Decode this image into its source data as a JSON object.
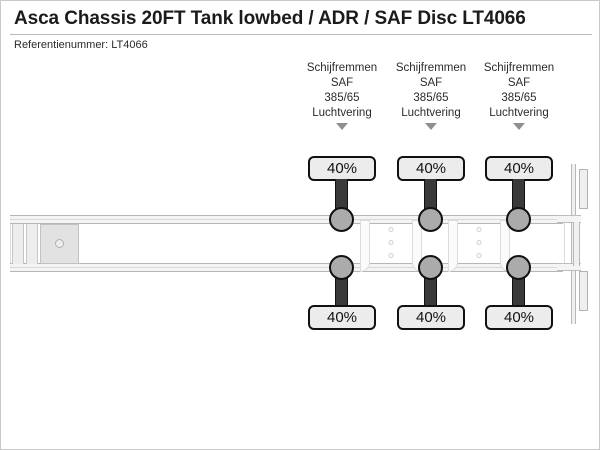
{
  "header": {
    "title": "Asca Chassis 20FT Tank lowbed / ADR / SAF Disc LT4066",
    "reference_label": "Referentienummer: LT4066"
  },
  "diagram": {
    "vehicle_type": "semi-trailer-chassis-side-view",
    "axles": [
      {
        "id": "axle-1",
        "label_lines": [
          "Schijfremmen",
          "SAF",
          "385/65",
          "Luchtvering"
        ],
        "marker": "caret-down-icon",
        "tyre_top": "40%",
        "tyre_bottom": "40%"
      },
      {
        "id": "axle-2",
        "label_lines": [
          "Schijfremmen",
          "SAF",
          "385/65",
          "Luchtvering"
        ],
        "marker": "caret-down-icon",
        "tyre_top": "40%",
        "tyre_bottom": "40%"
      },
      {
        "id": "axle-3",
        "label_lines": [
          "Schijfremmen",
          "SAF",
          "385/65",
          "Luchtvering"
        ],
        "marker": "caret-down-icon",
        "tyre_top": "40%",
        "tyre_bottom": "40%"
      }
    ],
    "colors": {
      "axle_bar": "#3a3a3a",
      "wheel_fill": "#ababab",
      "wheel_outline": "#111111",
      "badge_fill": "#ececec",
      "badge_border": "#111111",
      "frame_rail": "#f4f4f4",
      "frame_outline": "#b6b6b6",
      "title_text": "#1b1b1b"
    }
  }
}
